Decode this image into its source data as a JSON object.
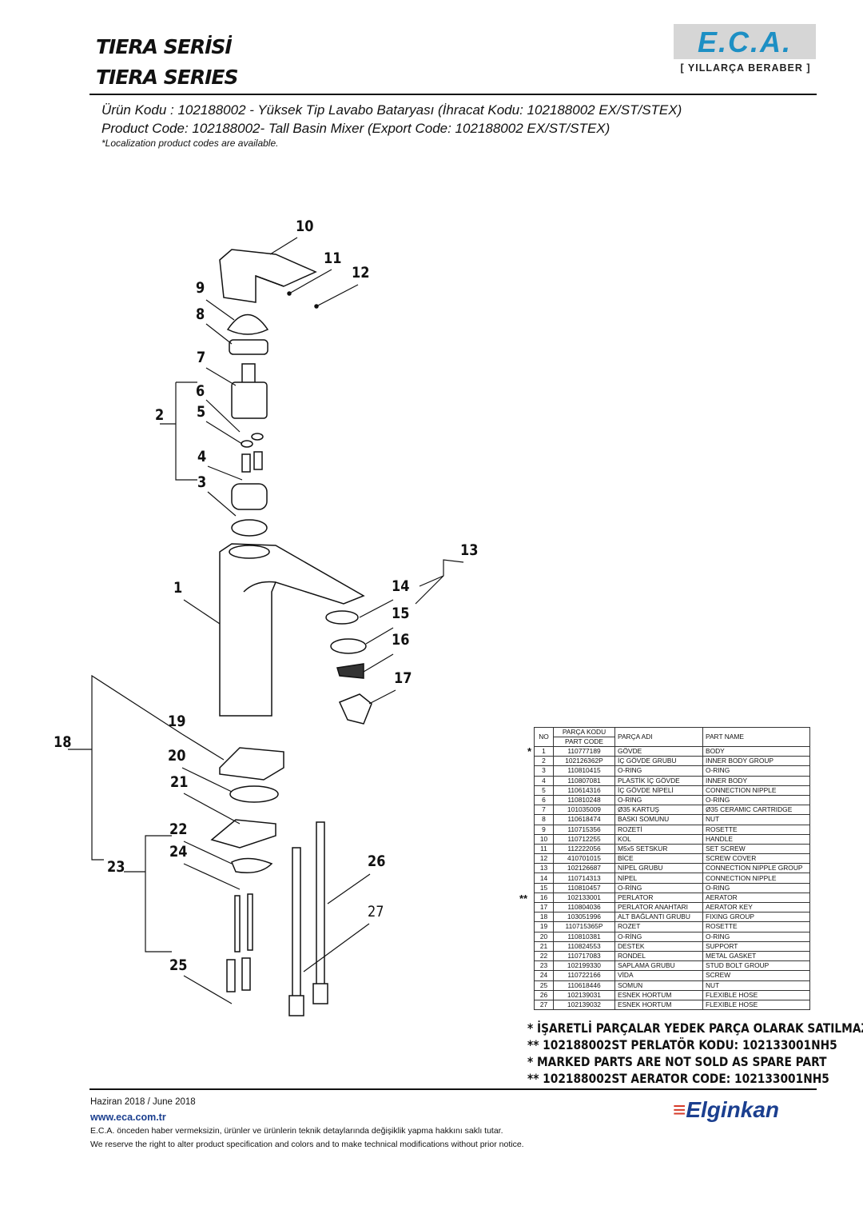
{
  "header": {
    "title_tr": "TIERA SERİSİ",
    "title_en": "TIERA SERIES",
    "logo_text": "E.C.A.",
    "logo_tagline": "[ YILLARÇA BERABER ]"
  },
  "product": {
    "line_tr": "Ürün Kodu : 102188002 - Yüksek Tip  Lavabo  Bataryası (İhracat Kodu: 102188002 EX/ST/STEX)",
    "line_en": "Product Code: 102188002- Tall Basin Mixer  (Export Code: 102188002 EX/ST/STEX)",
    "localization_note": "*Localization product codes are available."
  },
  "diagram": {
    "callouts": [
      "10",
      "11",
      "12",
      "9",
      "8",
      "7",
      "6",
      "2",
      "5",
      "4",
      "3",
      "13",
      "1",
      "14",
      "15",
      "16",
      "17",
      "19",
      "18",
      "20",
      "21",
      "22",
      "24",
      "23",
      "26",
      "27",
      "25"
    ]
  },
  "parts_table": {
    "headers": {
      "no": "NO",
      "code_tr": "PARÇA KODU",
      "code_en": "PART CODE",
      "name_tr": "PARÇA ADI",
      "name_en": "PART NAME"
    },
    "rows": [
      {
        "mark": "*",
        "no": "1",
        "code": "110777189",
        "tr": "GÖVDE",
        "en": "BODY"
      },
      {
        "mark": "",
        "no": "2",
        "code": "102126362P",
        "tr": "İÇ GÖVDE GRUBU",
        "en": "INNER BODY GROUP"
      },
      {
        "mark": "",
        "no": "3",
        "code": "110810415",
        "tr": "O-RING",
        "en": "O-RING"
      },
      {
        "mark": "",
        "no": "4",
        "code": "110807081",
        "tr": "PLASTİK İÇ GÖVDE",
        "en": "INNER BODY"
      },
      {
        "mark": "",
        "no": "5",
        "code": "110614316",
        "tr": "İÇ GÖVDE NİPELİ",
        "en": "CONNECTION NIPPLE"
      },
      {
        "mark": "",
        "no": "6",
        "code": "110810248",
        "tr": "O-RING",
        "en": "O-RING"
      },
      {
        "mark": "",
        "no": "7",
        "code": "101035009",
        "tr": "Ø35 KARTUŞ",
        "en": "Ø35 CERAMIC CARTRIDGE"
      },
      {
        "mark": "",
        "no": "8",
        "code": "110618474",
        "tr": "BASKI SOMUNU",
        "en": "NUT"
      },
      {
        "mark": "",
        "no": "9",
        "code": "110715356",
        "tr": "ROZETİ",
        "en": "ROSETTE"
      },
      {
        "mark": "",
        "no": "10",
        "code": "110712255",
        "tr": "KOL",
        "en": "HANDLE"
      },
      {
        "mark": "",
        "no": "11",
        "code": "112222056",
        "tr": "M5x5 SETSKUR",
        "en": "SET SCREW"
      },
      {
        "mark": "",
        "no": "12",
        "code": "410701015",
        "tr": "BİCE",
        "en": "SCREW COVER"
      },
      {
        "mark": "",
        "no": "13",
        "code": "102126687",
        "tr": "NİPEL GRUBU",
        "en": "CONNECTION NIPPLE GROUP"
      },
      {
        "mark": "",
        "no": "14",
        "code": "110714313",
        "tr": "NİPEL",
        "en": "CONNECTION NIPPLE"
      },
      {
        "mark": "",
        "no": "15",
        "code": "110810457",
        "tr": "O-RİNG",
        "en": "O-RING"
      },
      {
        "mark": "**",
        "no": "16",
        "code": "102133001",
        "tr": "PERLATOR",
        "en": "AERATOR"
      },
      {
        "mark": "",
        "no": "17",
        "code": "110804036",
        "tr": "PERLATOR ANAHTARI",
        "en": "AERATOR KEY"
      },
      {
        "mark": "",
        "no": "18",
        "code": "103051996",
        "tr": "ALT BAĞLANTI GRUBU",
        "en": "FIXING GROUP"
      },
      {
        "mark": "",
        "no": "19",
        "code": "110715365P",
        "tr": "ROZET",
        "en": "ROSETTE"
      },
      {
        "mark": "",
        "no": "20",
        "code": "110810381",
        "tr": "O-RİNG",
        "en": "O-RING"
      },
      {
        "mark": "",
        "no": "21",
        "code": "110824553",
        "tr": "DESTEK",
        "en": "SUPPORT"
      },
      {
        "mark": "",
        "no": "22",
        "code": "110717083",
        "tr": "RONDEL",
        "en": "METAL GASKET"
      },
      {
        "mark": "",
        "no": "23",
        "code": "102199330",
        "tr": "SAPLAMA GRUBU",
        "en": "STUD BOLT GROUP"
      },
      {
        "mark": "",
        "no": "24",
        "code": "110722166",
        "tr": "VİDA",
        "en": "SCREW"
      },
      {
        "mark": "",
        "no": "25",
        "code": "110618446",
        "tr": "SOMUN",
        "en": "NUT"
      },
      {
        "mark": "",
        "no": "26",
        "code": "102139031",
        "tr": "ESNEK HORTUM",
        "en": "FLEXIBLE HOSE"
      },
      {
        "mark": "",
        "no": "27",
        "code": "102139032",
        "tr": "ESNEK HORTUM",
        "en": "FLEXIBLE HOSE"
      }
    ]
  },
  "notes": [
    "  * İŞARETLİ PARÇALAR YEDEK PARÇA OLARAK SATILMAZ",
    "** 102188002ST PERLATÖR KODU: 102133001NH5",
    "  * MARKED PARTS ARE NOT SOLD AS SPARE PART",
    "** 102188002ST AERATOR CODE: 102133001NH5"
  ],
  "footer": {
    "date": "Haziran 2018 / June 2018",
    "website": "www.eca.com.tr",
    "disclaimer_tr": "E.C.A. önceden haber vermeksizin, ürünler ve ürünlerin teknik detaylarında değişiklik yapma hakkını saklı tutar.",
    "disclaimer_en": "We reserve the right to alter product specification and colors and to make technical modifications without prior notice.",
    "brand": "Elginkan"
  },
  "colors": {
    "logo_blue": "#1d8fc4",
    "logo_bg": "#d6d6d6",
    "elginkan_blue": "#1b3f8f"
  }
}
